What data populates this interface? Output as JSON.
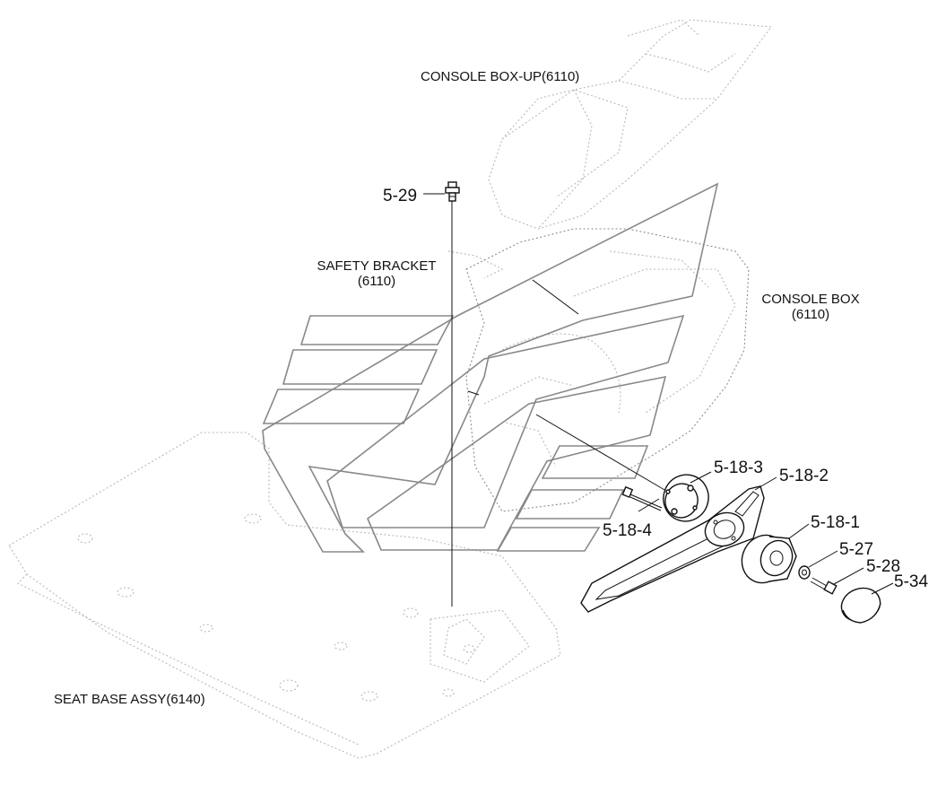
{
  "labels": {
    "console_box_up": "CONSOLE BOX-UP(6110)",
    "safety_bracket_line1": "SAFETY BRACKET",
    "safety_bracket_line2": "(6110)",
    "console_box_line1": "CONSOLE BOX",
    "console_box_line2": "(6110)",
    "seat_base_assy": "SEAT BASE ASSY(6140)"
  },
  "part_numbers": {
    "p5_29": "5-29",
    "p5_18_3": "5-18-3",
    "p5_18_2": "5-18-2",
    "p5_18_4": "5-18-4",
    "p5_18_1": "5-18-1",
    "p5_27": "5-27",
    "p5_28": "5-28",
    "p5_34": "5-34"
  },
  "icons": [
    "bolt-icon",
    "knob-icon",
    "lever-icon",
    "cap-icon",
    "washer-icon"
  ]
}
